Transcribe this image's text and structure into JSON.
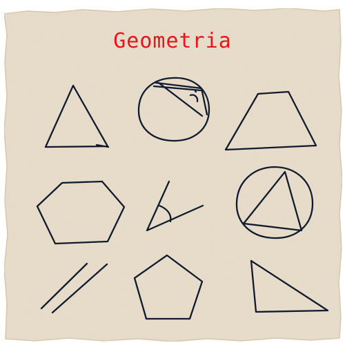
{
  "sheet": {
    "title": "Geometria",
    "title_color": "#e8131b",
    "ink_color": "#0f1a2e",
    "paper_color": "#ece1cf",
    "paper_edge_color": "#d9cbb4"
  },
  "drawings": [
    "triangle",
    "circle-with-inscribed-right-angle",
    "trapezoid",
    "hexagon",
    "angle",
    "circle-with-inscribed-triangle",
    "parallel-lines",
    "pentagon",
    "right-triangle"
  ]
}
